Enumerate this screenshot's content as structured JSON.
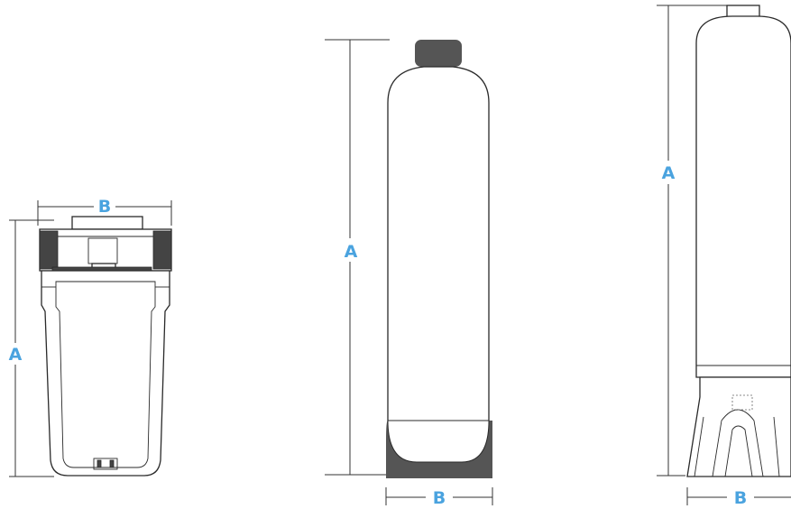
{
  "colors": {
    "label": "#4aa3df",
    "line": "#333333",
    "dark_fill": "#555555",
    "background": "#ffffff"
  },
  "items": [
    {
      "name": "filter-housing",
      "height_label": "A",
      "width_label": "B"
    },
    {
      "name": "pressure-vessel",
      "height_label": "A",
      "width_label": "B"
    },
    {
      "name": "tank-with-stand",
      "height_label": "A",
      "width_label": "B"
    }
  ]
}
